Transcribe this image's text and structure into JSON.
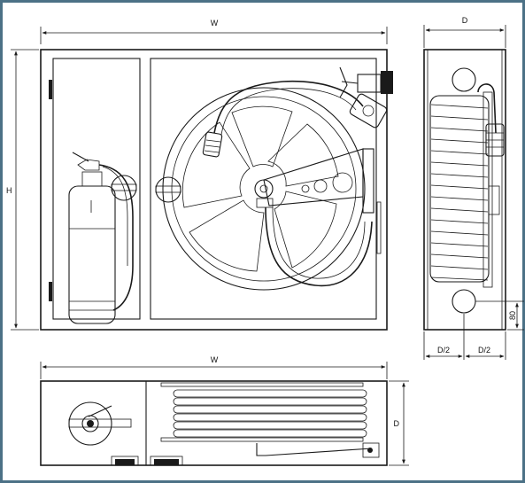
{
  "front_view": {
    "width_label": "W",
    "height_label": "H"
  },
  "side_view": {
    "depth_label": "D",
    "half_depth_left": "D/2",
    "half_depth_right": "D/2",
    "offset_label": "80"
  },
  "top_view": {
    "width_label": "W",
    "depth_label": "D"
  },
  "colors": {
    "background": "#ffffff",
    "panel_fill": "#e3e3e3",
    "frame": "#4c7186",
    "line": "#1a1a1a"
  }
}
